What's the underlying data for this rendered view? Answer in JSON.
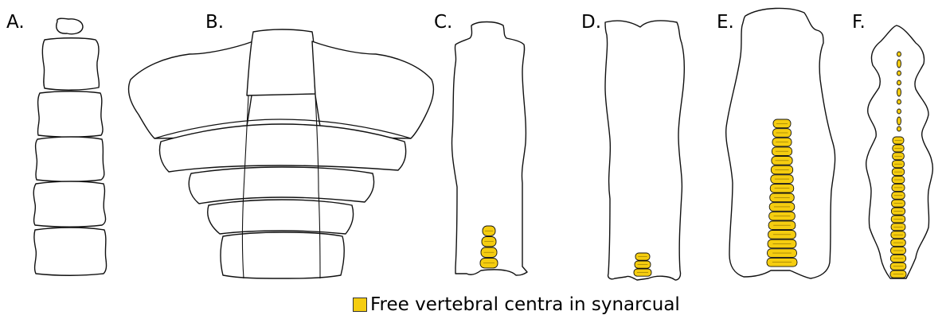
{
  "panels": [
    {
      "id": "A",
      "label": "A."
    },
    {
      "id": "B",
      "label": "B."
    },
    {
      "id": "C",
      "label": "C."
    },
    {
      "id": "D",
      "label": "D."
    },
    {
      "id": "E",
      "label": "E."
    },
    {
      "id": "F",
      "label": "F."
    }
  ],
  "legend": {
    "label": "Free vertebral centra in synarcual",
    "color": "#f5cd10"
  },
  "colors": {
    "outline": "#111111",
    "fill": "#ffffff",
    "centrum": "#f5cd10"
  }
}
